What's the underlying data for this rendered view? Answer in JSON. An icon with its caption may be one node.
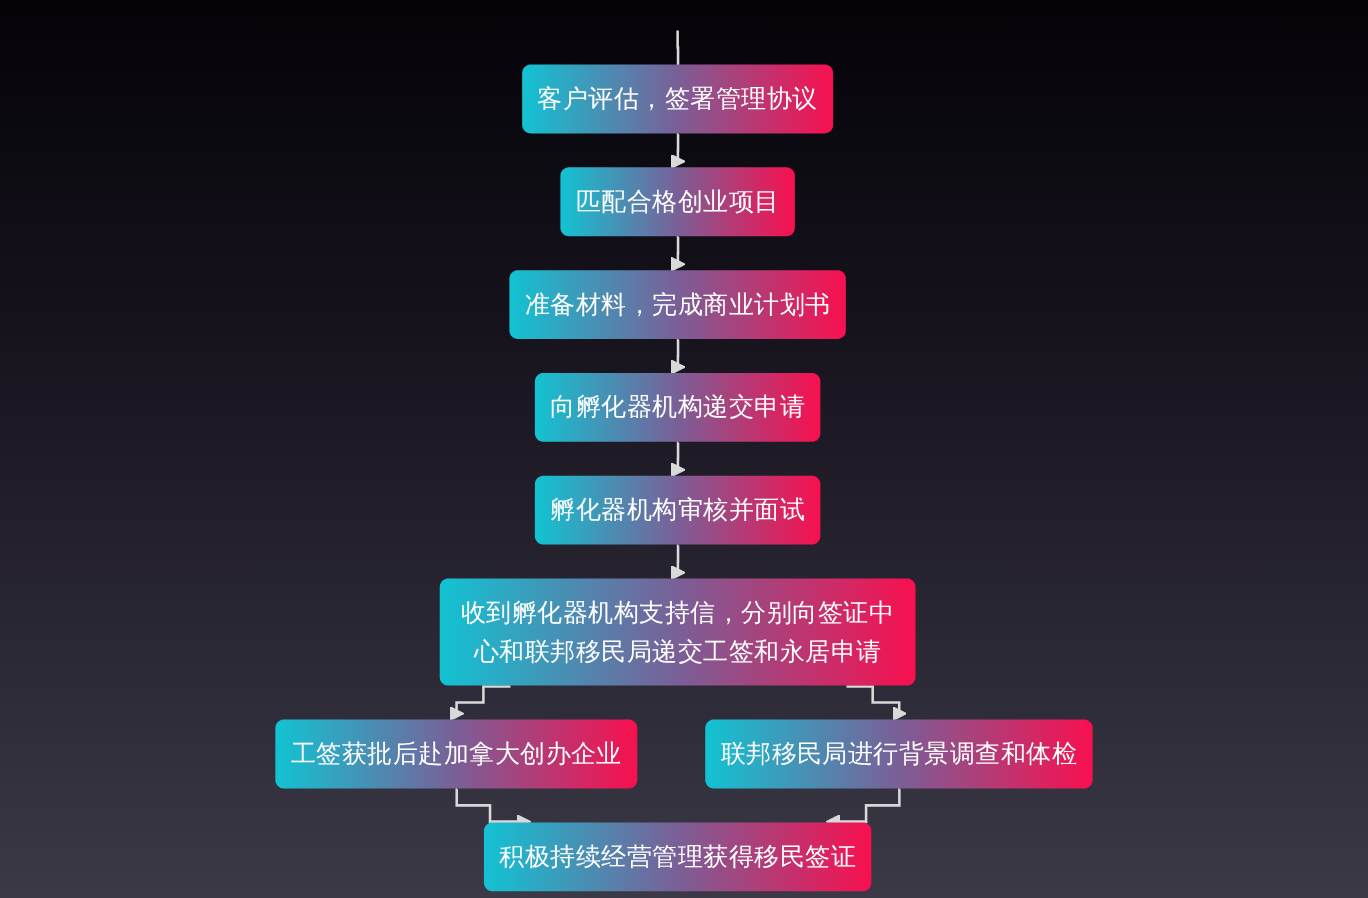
{
  "diagram": {
    "nodes": [
      {
        "text": [
          "客户评估，签署管理协议"
        ]
      },
      {
        "text": [
          "匹配合格创业项目"
        ]
      },
      {
        "text": [
          "准备材料，完成商业计划书"
        ]
      },
      {
        "text": [
          "向孵化器机构递交申请"
        ]
      },
      {
        "text": [
          "孵化器机构审核并面试"
        ]
      },
      {
        "text": [
          "收到孵化器机构支持信，分别向签证中心和联邦移民局递交工签和永居申请"
        ]
      },
      {
        "text": [
          "工签获批后赴加拿大创办企业"
        ]
      },
      {
        "text": [
          "联邦移民局进行背景调查和体检"
        ]
      },
      {
        "text": [
          "积极持续经营管理获得移民签证"
        ]
      }
    ],
    "edges": [
      {
        "from": null,
        "to": 0,
        "arrow": "none"
      },
      {
        "from": 0,
        "to": 1,
        "arrow": "to"
      },
      {
        "from": 1,
        "to": 2,
        "arrow": "to"
      },
      {
        "from": 2,
        "to": 3,
        "arrow": "to"
      },
      {
        "from": 3,
        "to": 4,
        "arrow": "to"
      },
      {
        "from": 4,
        "to": 5,
        "arrow": "to"
      },
      {
        "from": 5,
        "to": 6,
        "arrow": "to"
      },
      {
        "from": 5,
        "to": 7,
        "arrow": "to"
      },
      {
        "from": 6,
        "to": 8,
        "arrow": "to"
      },
      {
        "from": 7,
        "to": 8,
        "arrow": "to"
      }
    ]
  }
}
